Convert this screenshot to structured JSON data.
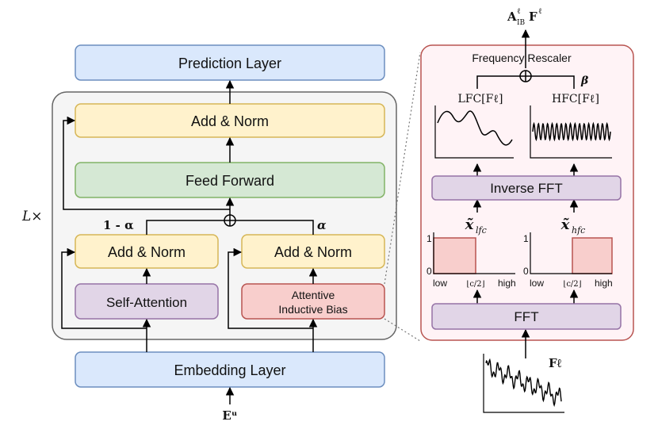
{
  "left": {
    "prediction_layer": "Prediction Layer",
    "add_norm_top": "Add & Norm",
    "feed_forward": "Feed Forward",
    "add_norm_left": "Add & Norm",
    "add_norm_right": "Add & Norm",
    "self_attention": "Self-Attention",
    "aib_line1": "Attentive",
    "aib_line2": "Inductive Bias",
    "embedding_layer": "Embedding Layer",
    "repeat_label": "L×",
    "one_minus_alpha": "1 - α",
    "alpha": "α",
    "input_label": "Eᵘ"
  },
  "right": {
    "output_label": "A",
    "output_sup": "ℓ",
    "output_sub": "IB",
    "output_F": "F",
    "output_F_sup": "ℓ",
    "frequency_rescaler": "Frequency  Rescaler",
    "beta": "β",
    "lfc_label": "LFC[Fℓ]",
    "hfc_label": "HFC[Fℓ]",
    "inverse_fft": "Inverse FFT",
    "x_lfc_main": "x̃",
    "x_lfc_sub": "lfc",
    "x_hfc_main": "x̃",
    "x_hfc_sub": "hfc",
    "fft": "FFT",
    "input_label": "Fℓ",
    "filter_lfc": {
      "y_top": "1",
      "y_bottom": "0",
      "x_low": "low",
      "x_mid": "⌊c/2⌋",
      "x_high": "high"
    },
    "filter_hfc": {
      "y_top": "1",
      "y_bottom": "0",
      "x_low": "low",
      "x_mid": "⌊c/2⌋",
      "x_high": "high"
    }
  },
  "colors": {
    "blue_fill": "#dae8fc",
    "blue_stroke": "#6c8ebf",
    "yellow_fill": "#fff2cc",
    "yellow_stroke": "#d6b656",
    "green_fill": "#d5e8d4",
    "green_stroke": "#82b366",
    "purple_fill": "#e1d5e7",
    "purple_stroke": "#9673a6",
    "red_fill": "#f8cecc",
    "red_stroke": "#b85450",
    "panel_fill": "#f5f5f5",
    "panel_stroke": "#666666",
    "pink_panel_fill": "#fff3f6",
    "pink_panel_stroke": "#b85450"
  }
}
